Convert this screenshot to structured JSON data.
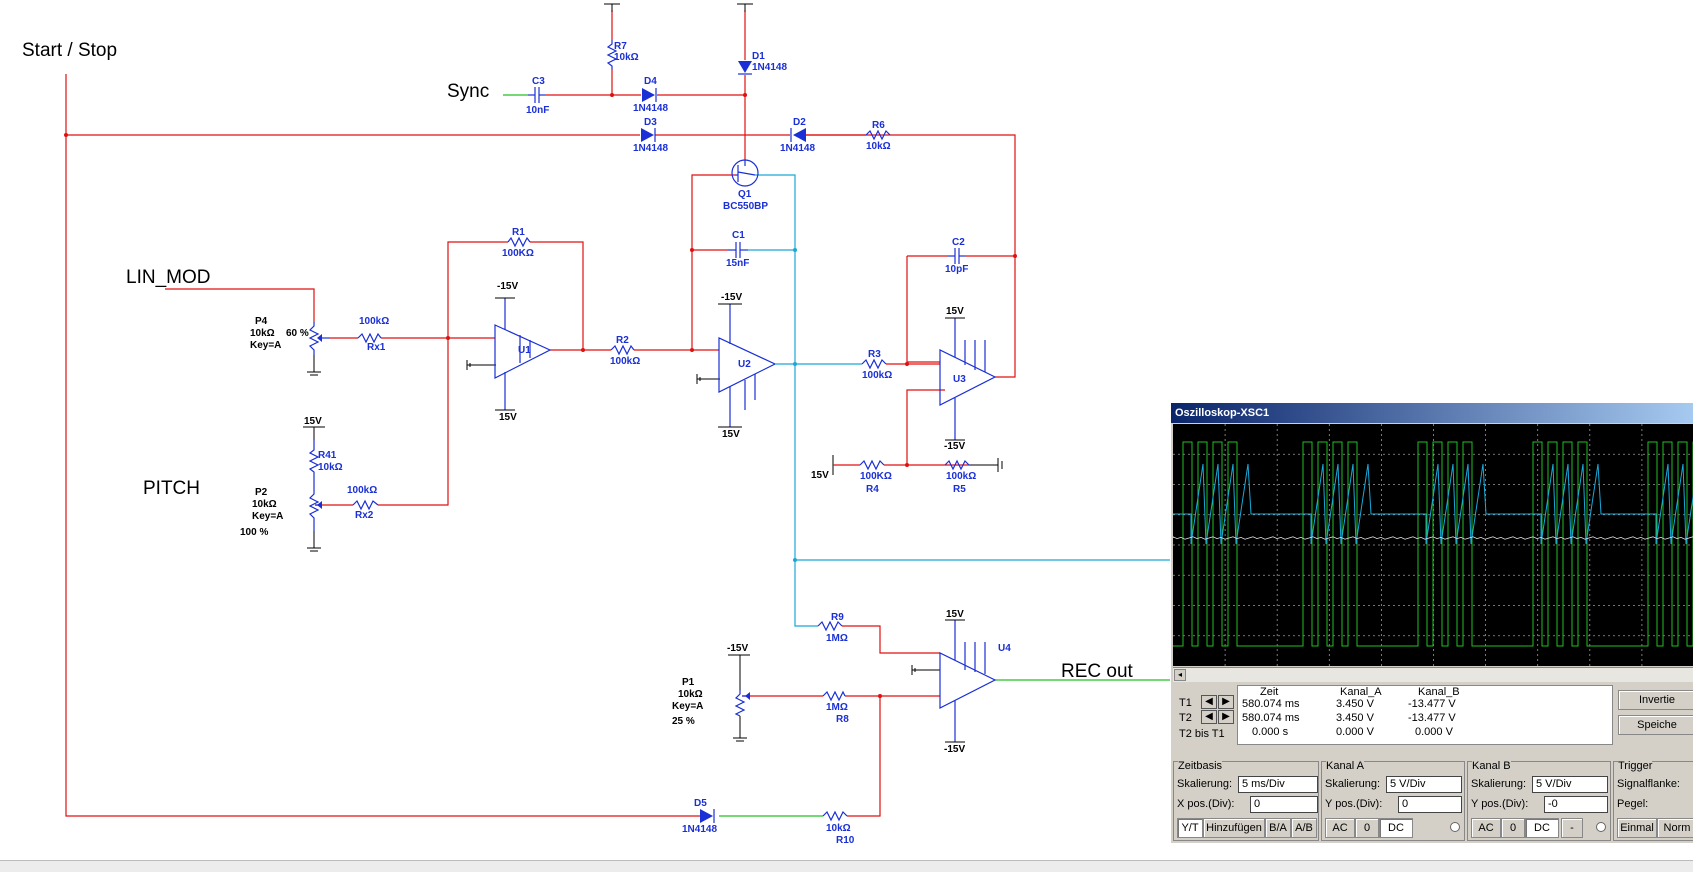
{
  "schematic": {
    "net_labels": {
      "start_stop": "Start / Stop",
      "sync": "Sync",
      "lin_mod": "LIN_MOD",
      "pitch": "PITCH",
      "rec_out": "REC out"
    },
    "components": {
      "r7": {
        "ref": "R7",
        "value": "10kΩ"
      },
      "d1": {
        "ref": "D1",
        "value": "1N4148"
      },
      "c3": {
        "ref": "C3",
        "value": "10nF"
      },
      "d4": {
        "ref": "D4",
        "value": "1N4148"
      },
      "d3": {
        "ref": "D3",
        "value": "1N4148"
      },
      "d2": {
        "ref": "D2",
        "value": "1N4148"
      },
      "r6": {
        "ref": "R6",
        "value": "10kΩ"
      },
      "q1": {
        "ref": "Q1",
        "value": "BC550BP"
      },
      "r1": {
        "ref": "R1",
        "value": "100KΩ"
      },
      "c1": {
        "ref": "C1",
        "value": "15nF"
      },
      "c2": {
        "ref": "C2",
        "value": "10pF"
      },
      "p4": {
        "ref": "P4",
        "value": "10kΩ",
        "key": "Key=A",
        "pct": "60 %"
      },
      "rx1": {
        "ref": "Rx1",
        "value": "100kΩ"
      },
      "u1": {
        "ref": "U1",
        "vneg": "-15V",
        "vpos": "15V"
      },
      "r2": {
        "ref": "R2",
        "value": "100kΩ"
      },
      "u2": {
        "ref": "U2",
        "vneg": "-15V",
        "vpos": "15V"
      },
      "r3": {
        "ref": "R3",
        "value": "100kΩ"
      },
      "u3": {
        "ref": "U3",
        "vpos": "15V",
        "vneg": "-15V"
      },
      "r4": {
        "ref": "R4",
        "value": "100KΩ",
        "supply": "15V"
      },
      "r5": {
        "ref": "R5",
        "value": "100kΩ"
      },
      "r41": {
        "ref": "R41",
        "value": "10kΩ",
        "supply": "15V"
      },
      "p2": {
        "ref": "P2",
        "value": "10kΩ",
        "key": "Key=A",
        "pct": "100 %"
      },
      "rx2": {
        "ref": "Rx2",
        "value": "100kΩ"
      },
      "r9": {
        "ref": "R9",
        "value": "1MΩ"
      },
      "u4": {
        "ref": "U4",
        "vpos": "15V",
        "vneg": "-15V"
      },
      "p1": {
        "ref": "P1",
        "value": "10kΩ",
        "key": "Key=A",
        "pct": "25 %",
        "supply": "-15V"
      },
      "r8": {
        "ref": "R8",
        "value": "1MΩ"
      },
      "d5": {
        "ref": "D5",
        "value": "1N4148"
      },
      "r10": {
        "ref": "R10",
        "value": "10kΩ"
      }
    },
    "colors": {
      "wire_main": "#e01010",
      "wire_sync": "#22c022",
      "wire_scope_b": "#19a8d8",
      "component": "#1a2fd6"
    }
  },
  "scope": {
    "title": "Oszilloskop-XSC1",
    "cursors": {
      "col_headers": [
        "Zeit",
        "Kanal_A",
        "Kanal_B"
      ],
      "rows": [
        {
          "label": "T1",
          "zeit": "580.074 ms",
          "a": "3.450 V",
          "b": "-13.477 V"
        },
        {
          "label": "T2",
          "zeit": "580.074 ms",
          "a": "3.450 V",
          "b": "-13.477 V"
        },
        {
          "label": "T2 bis T1",
          "zeit": "0.000 s",
          "a": "0.000 V",
          "b": "0.000 V"
        }
      ],
      "btn_invert": "Invertie",
      "btn_save": "Speiche"
    },
    "zeitbasis": {
      "title": "Zeitbasis",
      "scale_label": "Skalierung:",
      "scale_value": "5 ms/Div",
      "xpos_label": "X pos.(Div):",
      "xpos_value": "0",
      "modes": [
        "Y/T",
        "Hinzufügen",
        "B/A",
        "A/B"
      ]
    },
    "kanal_a": {
      "title": "Kanal A",
      "scale_label": "Skalierung:",
      "scale_value": "5  V/Div",
      "ypos_label": "Y pos.(Div):",
      "ypos_value": "0",
      "coupling": [
        "AC",
        "0",
        "DC"
      ]
    },
    "kanal_b": {
      "title": "Kanal B",
      "scale_label": "Skalierung:",
      "scale_value": "5  V/Div",
      "ypos_label": "Y pos.(Div):",
      "ypos_value": "-0",
      "coupling": [
        "AC",
        "0",
        "DC",
        "-"
      ]
    },
    "trigger": {
      "title": "Trigger",
      "edge_label": "Signalflanke:",
      "level_label": "Pegel:",
      "modes": [
        "Einmal",
        "Norm"
      ]
    },
    "traces": {
      "channel_a_color": "#22c022",
      "channel_b_color": "#19a8d8",
      "grid_color": "#9a9a9a"
    }
  }
}
